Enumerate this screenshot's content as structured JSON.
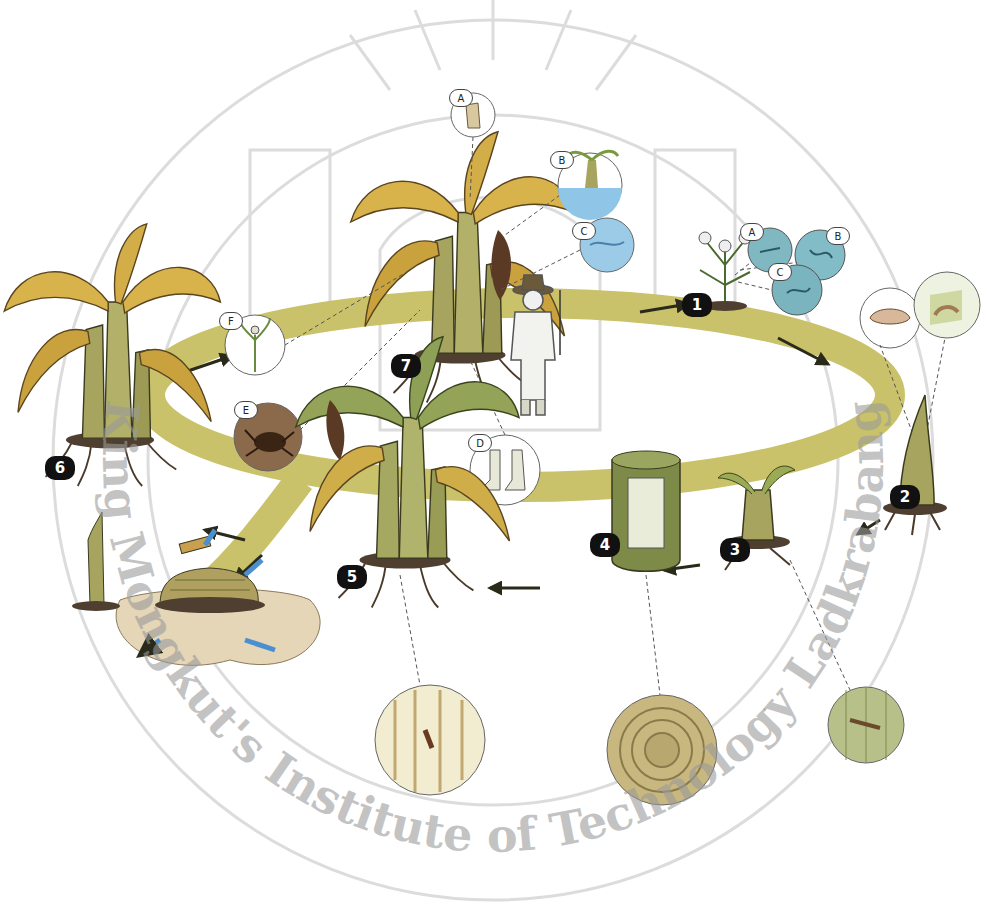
{
  "diagram": {
    "labels": [
      "A",
      "F",
      "B",
      "E",
      "C",
      "7",
      "D",
      "A",
      "B",
      "C",
      "1",
      "6",
      "5",
      "2",
      "3",
      "4",
      "King Mongkut's Institute of Technology Ladkrabang"
    ]
  }
}
